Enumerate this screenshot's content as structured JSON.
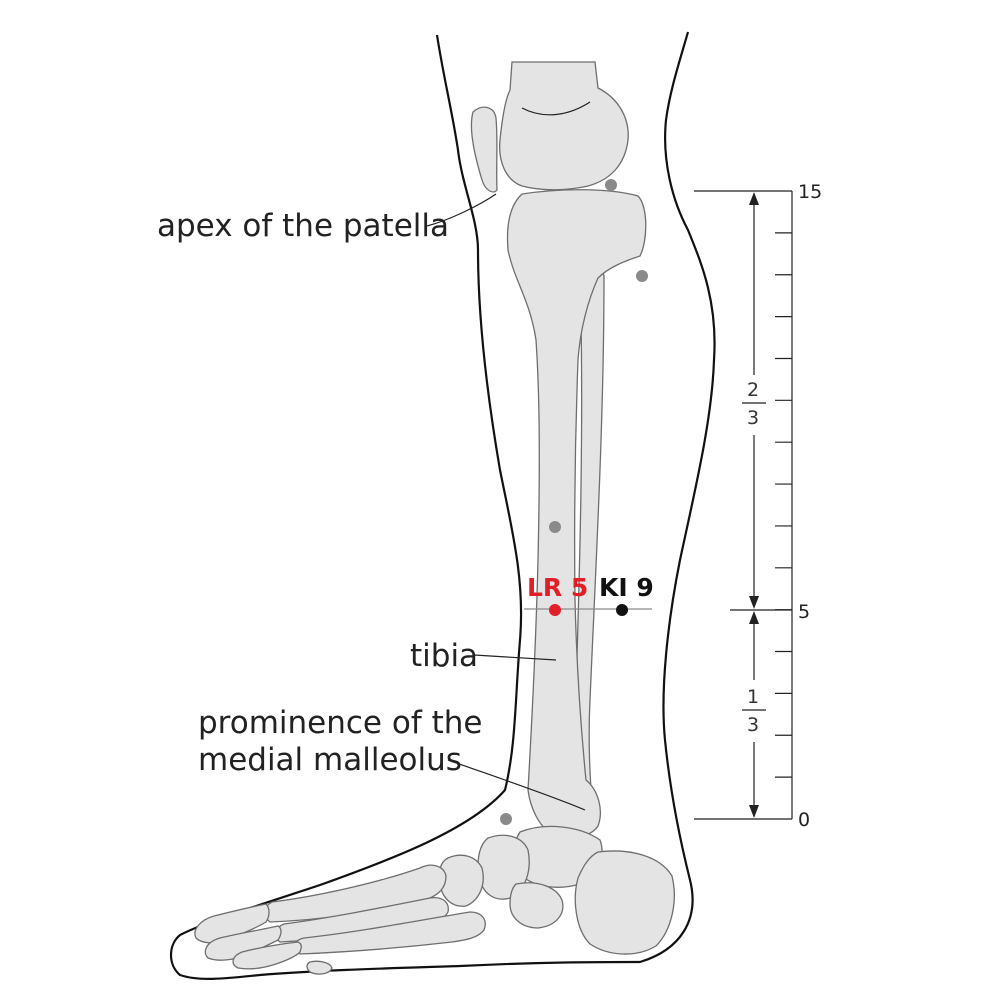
{
  "labels": {
    "apex_patella": "apex of the patella",
    "tibia": "tibia",
    "malleolus_line1": "prominence of the",
    "malleolus_line2": "medial malleolus"
  },
  "points": {
    "lr5": "LR 5",
    "ki9": "KI 9"
  },
  "scale": {
    "top": "15",
    "mid": "5",
    "bottom": "0",
    "upper_fraction_num": "2",
    "upper_fraction_den": "3",
    "lower_fraction_num": "1",
    "lower_fraction_den": "3"
  },
  "colors": {
    "active_point": "#e21e26",
    "reference_point": "#111111",
    "other_point": "#8a8a8a",
    "bone_fill": "#e4e4e4"
  }
}
